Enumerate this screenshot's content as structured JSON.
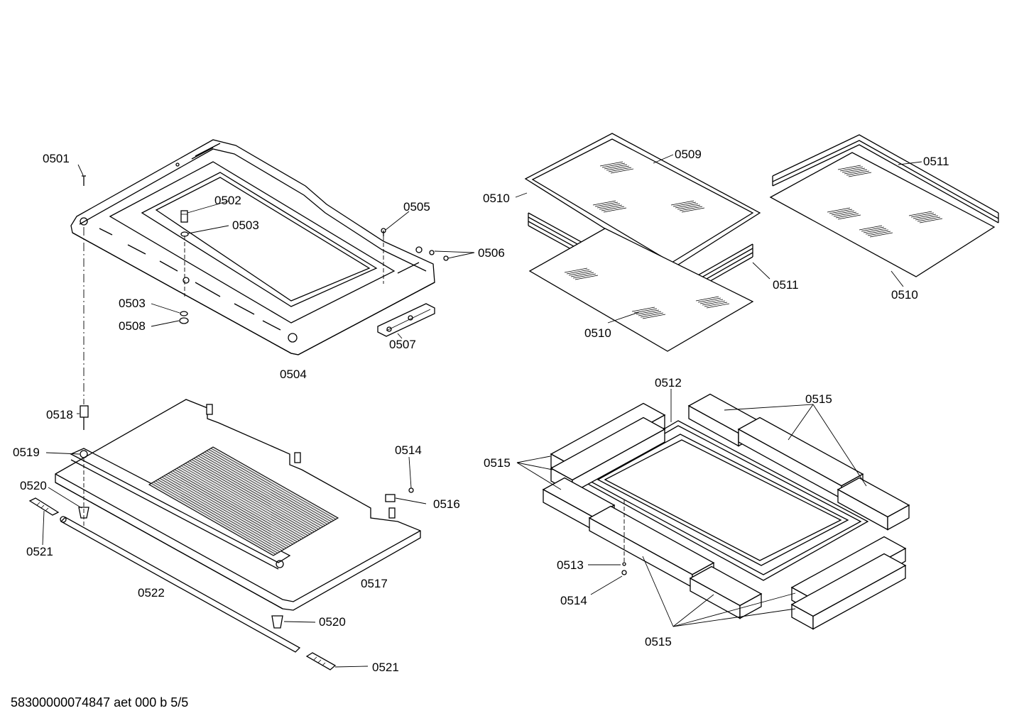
{
  "labels": {
    "l0501": "0501",
    "l0502": "0502",
    "l0503a": "0503",
    "l0503b": "0503",
    "l0504": "0504",
    "l0505": "0505",
    "l0506": "0506",
    "l0507": "0507",
    "l0508": "0508",
    "l0509": "0509",
    "l0510a": "0510",
    "l0510b": "0510",
    "l0510c": "0510",
    "l0511a": "0511",
    "l0511b": "0511",
    "l0512": "0512",
    "l0513": "0513",
    "l0514a": "0514",
    "l0514b": "0514",
    "l0515a": "0515",
    "l0515b": "0515",
    "l0515c": "0515",
    "l0516": "0516",
    "l0517": "0517",
    "l0518": "0518",
    "l0519": "0519",
    "l0520a": "0520",
    "l0520b": "0520",
    "l0521a": "0521",
    "l0521b": "0521",
    "l0522": "0522"
  },
  "footer": "58300000074847 aet 000 b 5/5"
}
